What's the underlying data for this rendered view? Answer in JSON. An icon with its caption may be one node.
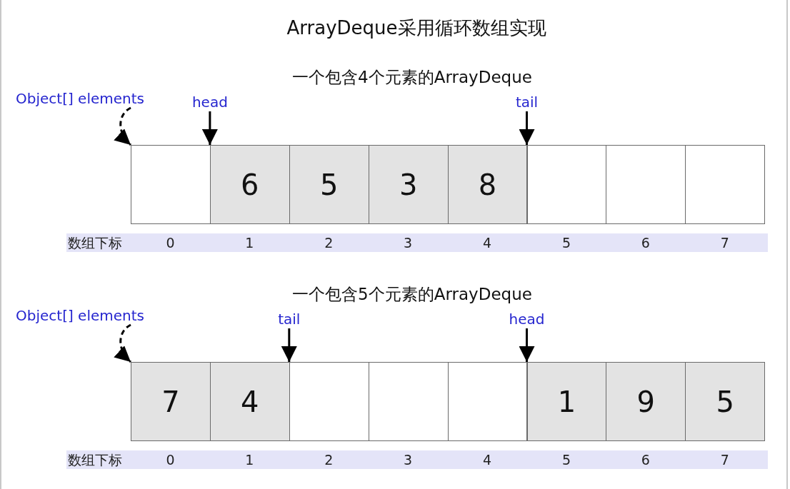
{
  "diagram": {
    "title": "ArrayDeque采用循环数组实现",
    "nodes": [
      {
        "text": [
          "Object[] elements"
        ]
      },
      {
        "text": [
          "head"
        ]
      },
      {
        "text": [
          "tail"
        ]
      },
      {
        "text": [],
        "shape": "box"
      },
      {
        "text": [
          "6"
        ]
      },
      {
        "text": [
          "5"
        ]
      },
      {
        "text": [
          "3"
        ]
      },
      {
        "text": [
          "8"
        ]
      },
      {
        "text": [],
        "shape": "box"
      },
      {
        "text": [],
        "shape": "box"
      },
      {
        "text": [],
        "shape": "box"
      },
      {
        "text": [
          "Object[] elements"
        ]
      },
      {
        "text": [
          "tail"
        ]
      },
      {
        "text": [
          "head"
        ]
      },
      {
        "text": [
          "7"
        ]
      },
      {
        "text": [
          "4"
        ]
      },
      {
        "text": [],
        "shape": "box"
      },
      {
        "text": [],
        "shape": "box"
      },
      {
        "text": [],
        "shape": "box"
      },
      {
        "text": [
          "1"
        ]
      },
      {
        "text": [
          "9"
        ]
      },
      {
        "text": [
          "5"
        ]
      }
    ],
    "edges": [
      {
        "from": 0,
        "to": 3,
        "arrow": "to",
        "style": "dashed"
      },
      {
        "from": 1,
        "to": 4,
        "arrow": "to"
      },
      {
        "from": 2,
        "to": 8,
        "arrow": "to"
      },
      {
        "from": 11,
        "to": 14,
        "arrow": "to",
        "style": "dashed"
      },
      {
        "from": 12,
        "to": 16,
        "arrow": "to"
      },
      {
        "from": 13,
        "to": 19,
        "arrow": "to"
      }
    ],
    "labels": [
      "一个包含4个元素的ArrayDeque",
      "数组下标",
      "0",
      "1",
      "2",
      "3",
      "4",
      "5",
      "6",
      "7",
      "一个包含5个元素的ArrayDeque",
      "数组下标",
      "0",
      "1",
      "2",
      "3",
      "4",
      "5",
      "6",
      "7"
    ]
  }
}
